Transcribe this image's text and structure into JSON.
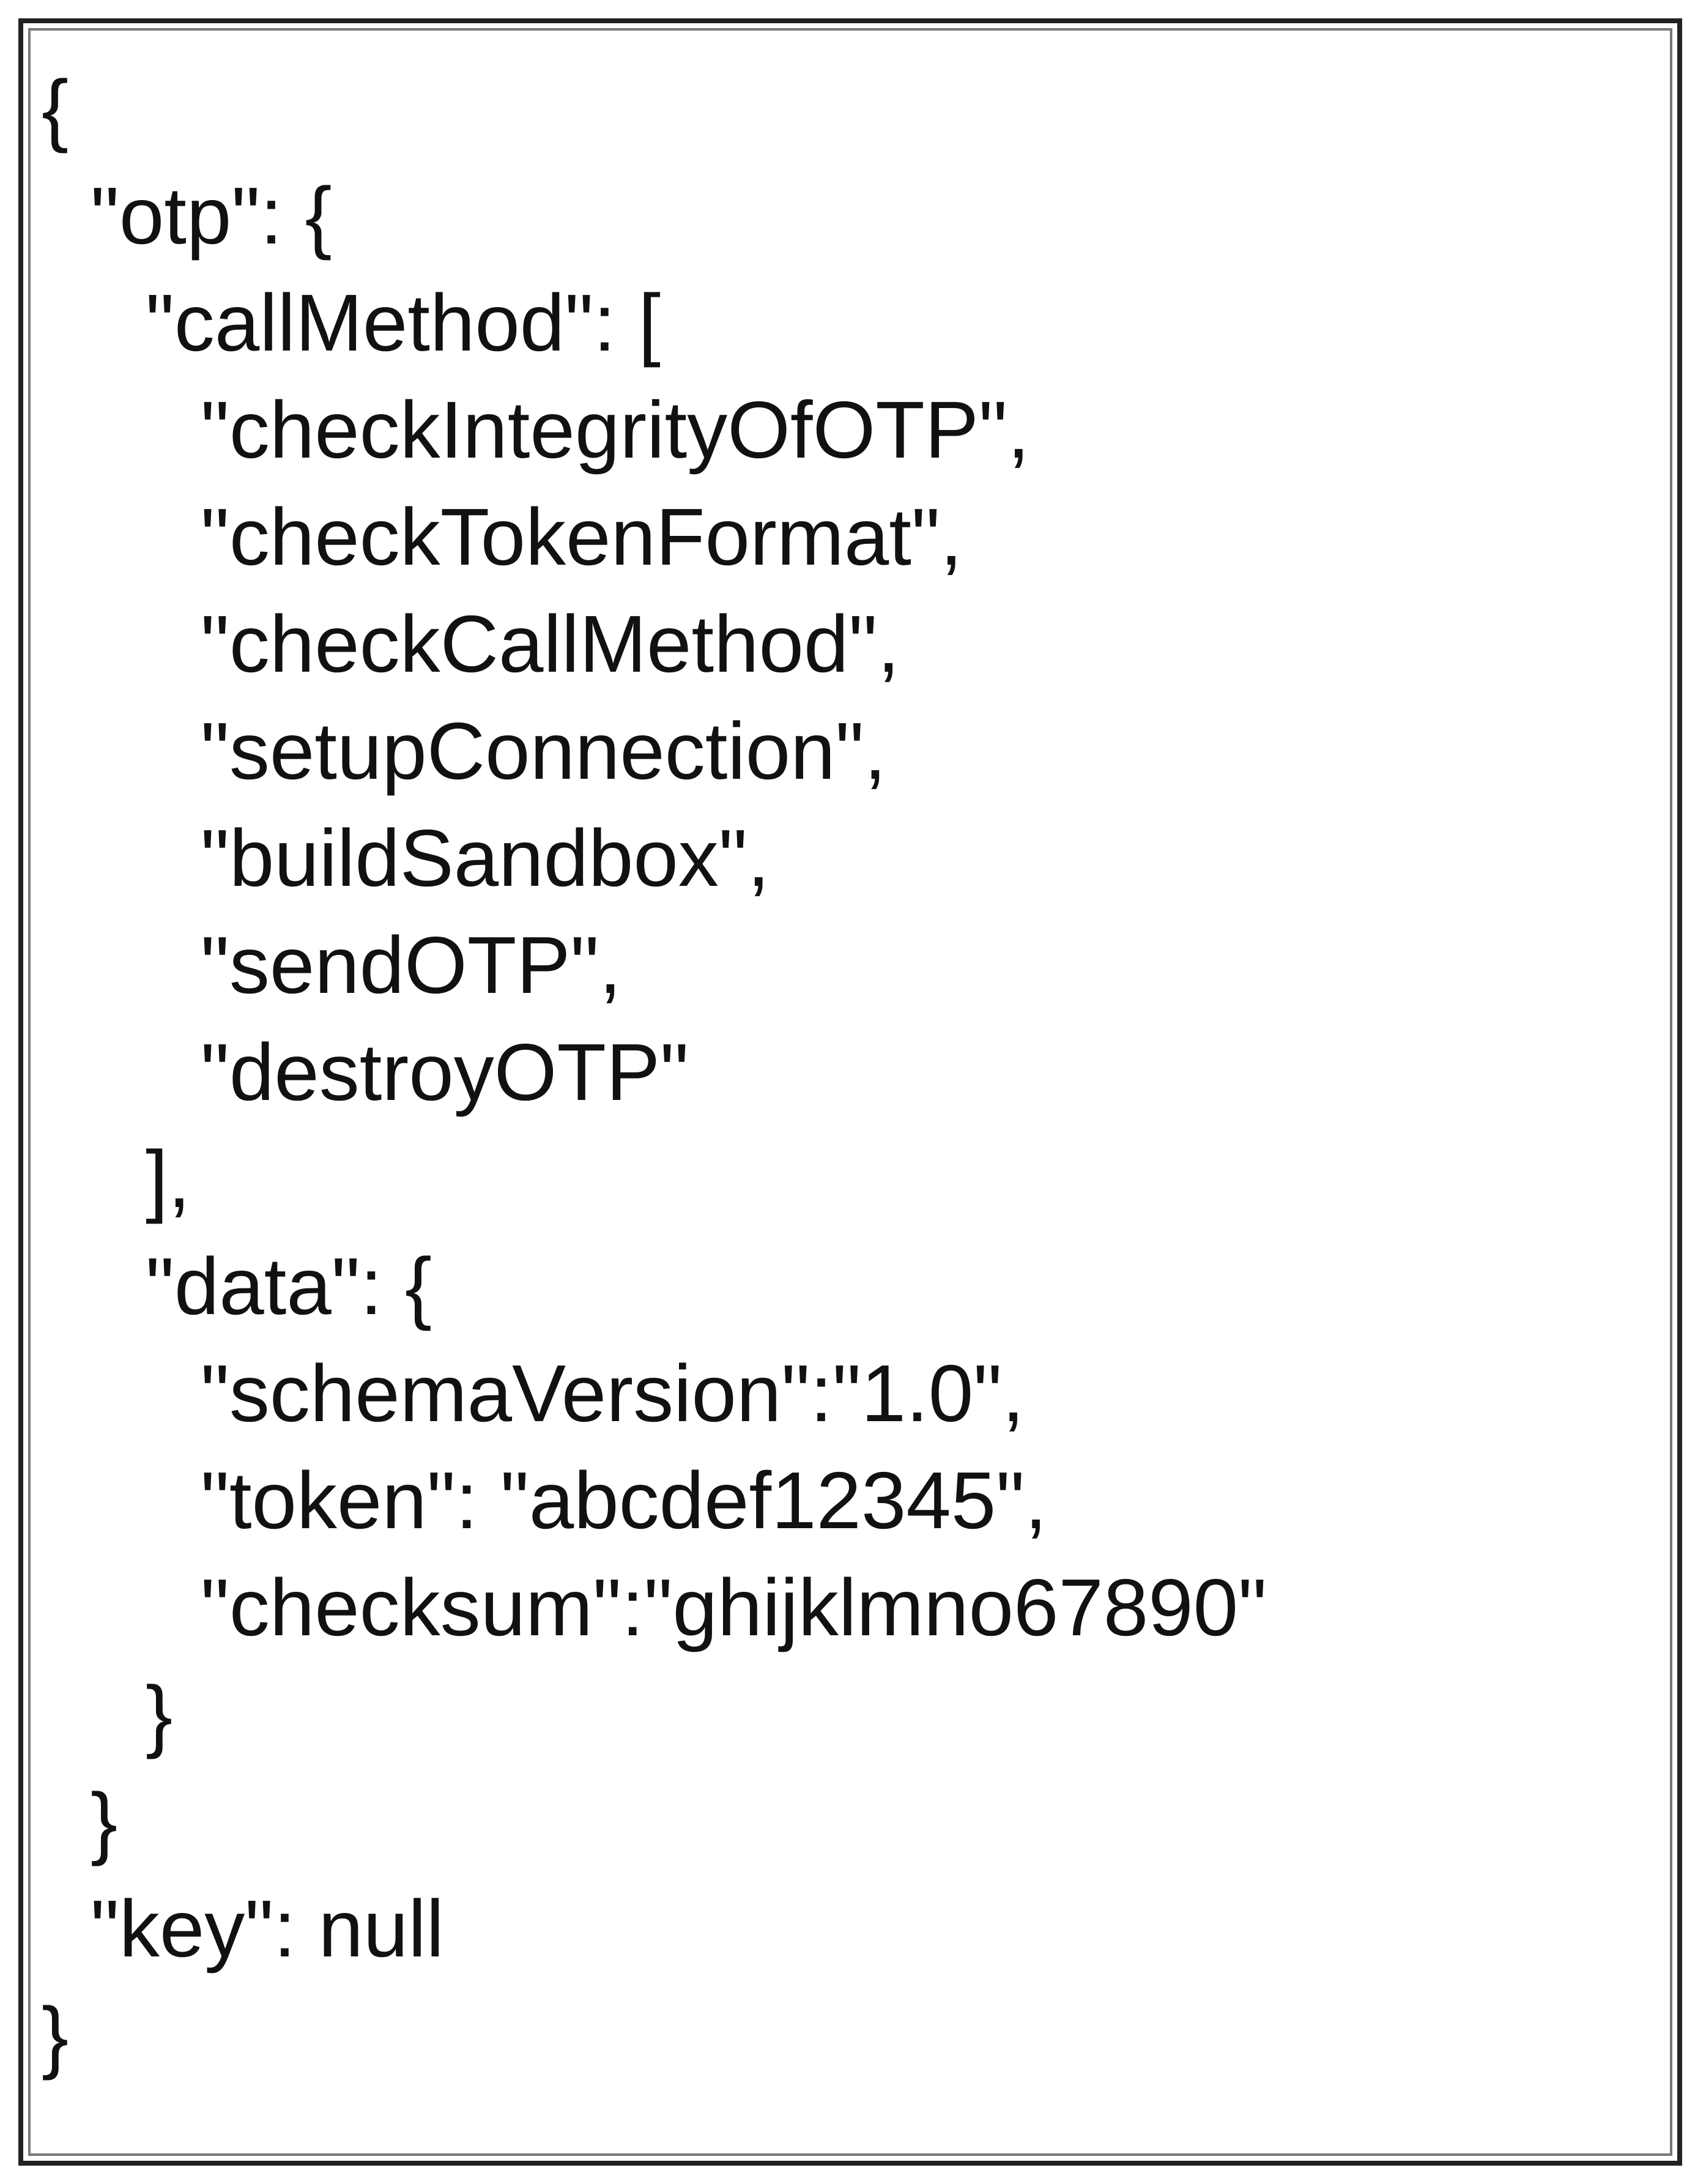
{
  "document": {
    "lines": [
      "{",
      "\"otp\": {",
      "\"callMethod\": [",
      "\"checkIntegrityOfOTP\",",
      "\"checkTokenFormat\",",
      "\"checkCallMethod\",",
      "\"setupConnection\",",
      "\"buildSandbox\",",
      "\"sendOTP\",",
      "\"destroyOTP\"",
      "],",
      "\"data\": {",
      "\"schemaVersion\":\"1.0\",",
      "\"token\": \"abcdef12345\",",
      "\"checksum\":\"ghijklmno67890\"",
      "}",
      "}",
      "\"key\": null",
      "}"
    ]
  }
}
